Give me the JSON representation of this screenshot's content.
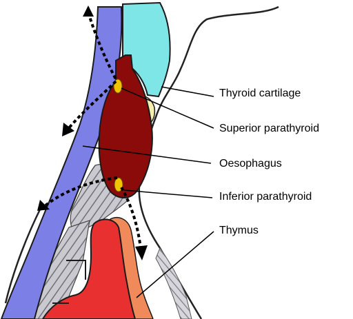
{
  "labels": {
    "thyroid_cartilage": "Thyroid cartilage",
    "superior_parathyroid": "Superior parathyroid",
    "oesophagus": "Oesophagus",
    "inferior_parathyroid": "Inferior parathyroid",
    "thymus": "Thymus"
  },
  "colors": {
    "thyroid_cartilage": "#7fe6e8",
    "oesophagus_track": "#7b7fe6",
    "thyroid_lobe": "#8b0a0a",
    "parathyroid": "#f0c400",
    "thymus": "#e83030",
    "thymus_edge": "#f08a5a",
    "pale_yellow": "#f5f0b0",
    "hatch_gray": "#9a9aa0"
  }
}
